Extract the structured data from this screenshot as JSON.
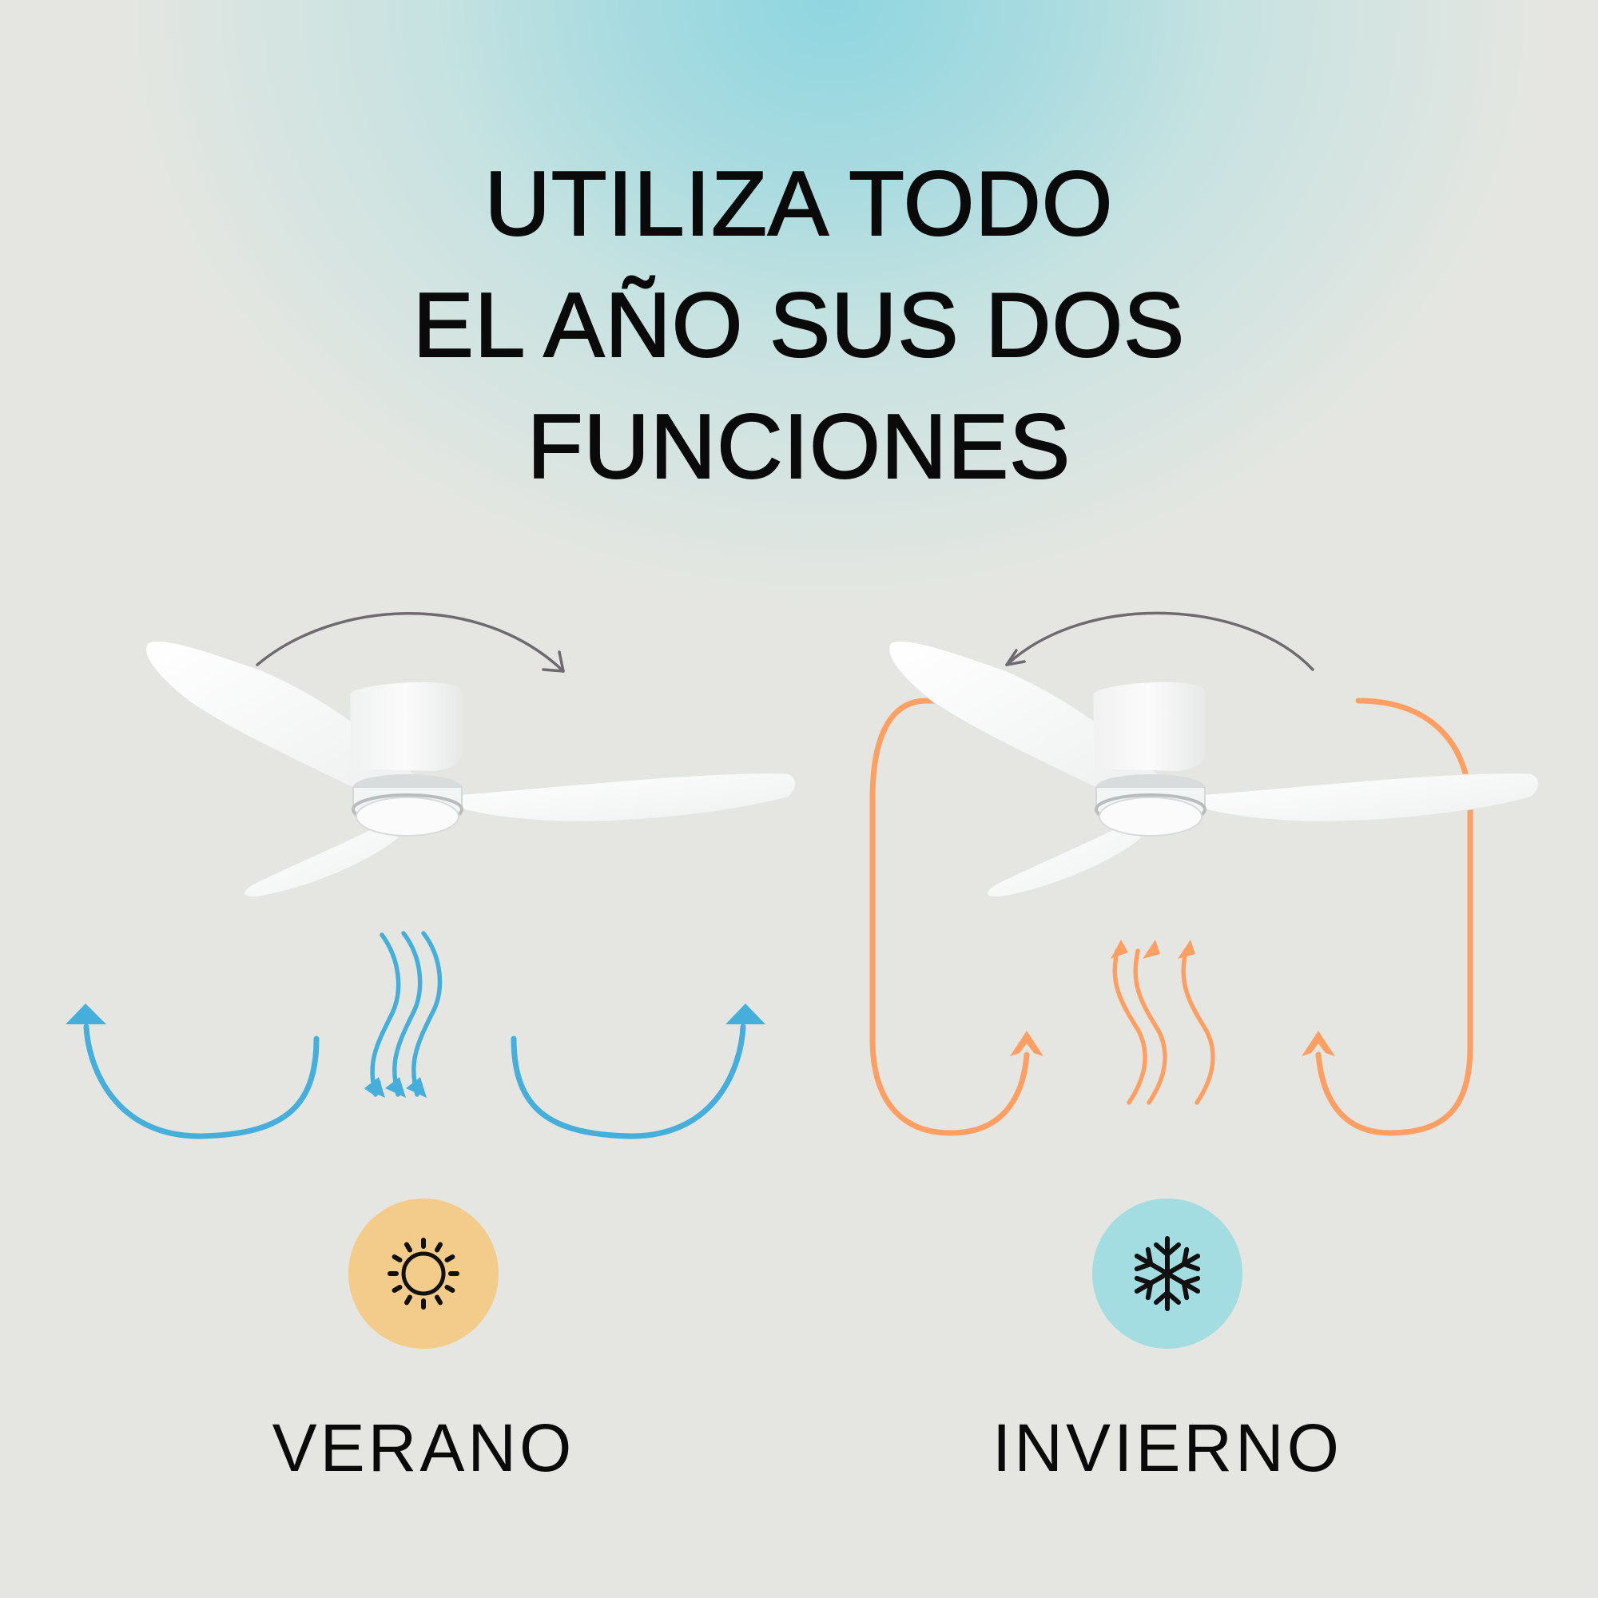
{
  "headline": {
    "lines": [
      "UTILIZA TODO",
      "EL AÑO SUS DOS",
      "FUNCIONES"
    ]
  },
  "modes": [
    {
      "id": "summer",
      "label": "VERANO",
      "icon": "sun-icon",
      "badge_color": "#f3cc8b",
      "airflow_color": "#46aedb",
      "rotation": "clockwise",
      "airflow_direction": "down"
    },
    {
      "id": "winter",
      "label": "INVIERNO",
      "icon": "snowflake-icon",
      "badge_color": "#a3dde2",
      "airflow_color": "#ff9f63",
      "rotation": "counterclockwise",
      "airflow_direction": "up"
    }
  ],
  "colors": {
    "background": "#e5e6e1",
    "glow": "#8fd6e0",
    "text": "#0a0a0a",
    "rotation_arrow": "#6e6a70",
    "fan_body": "#f7f8f8"
  }
}
